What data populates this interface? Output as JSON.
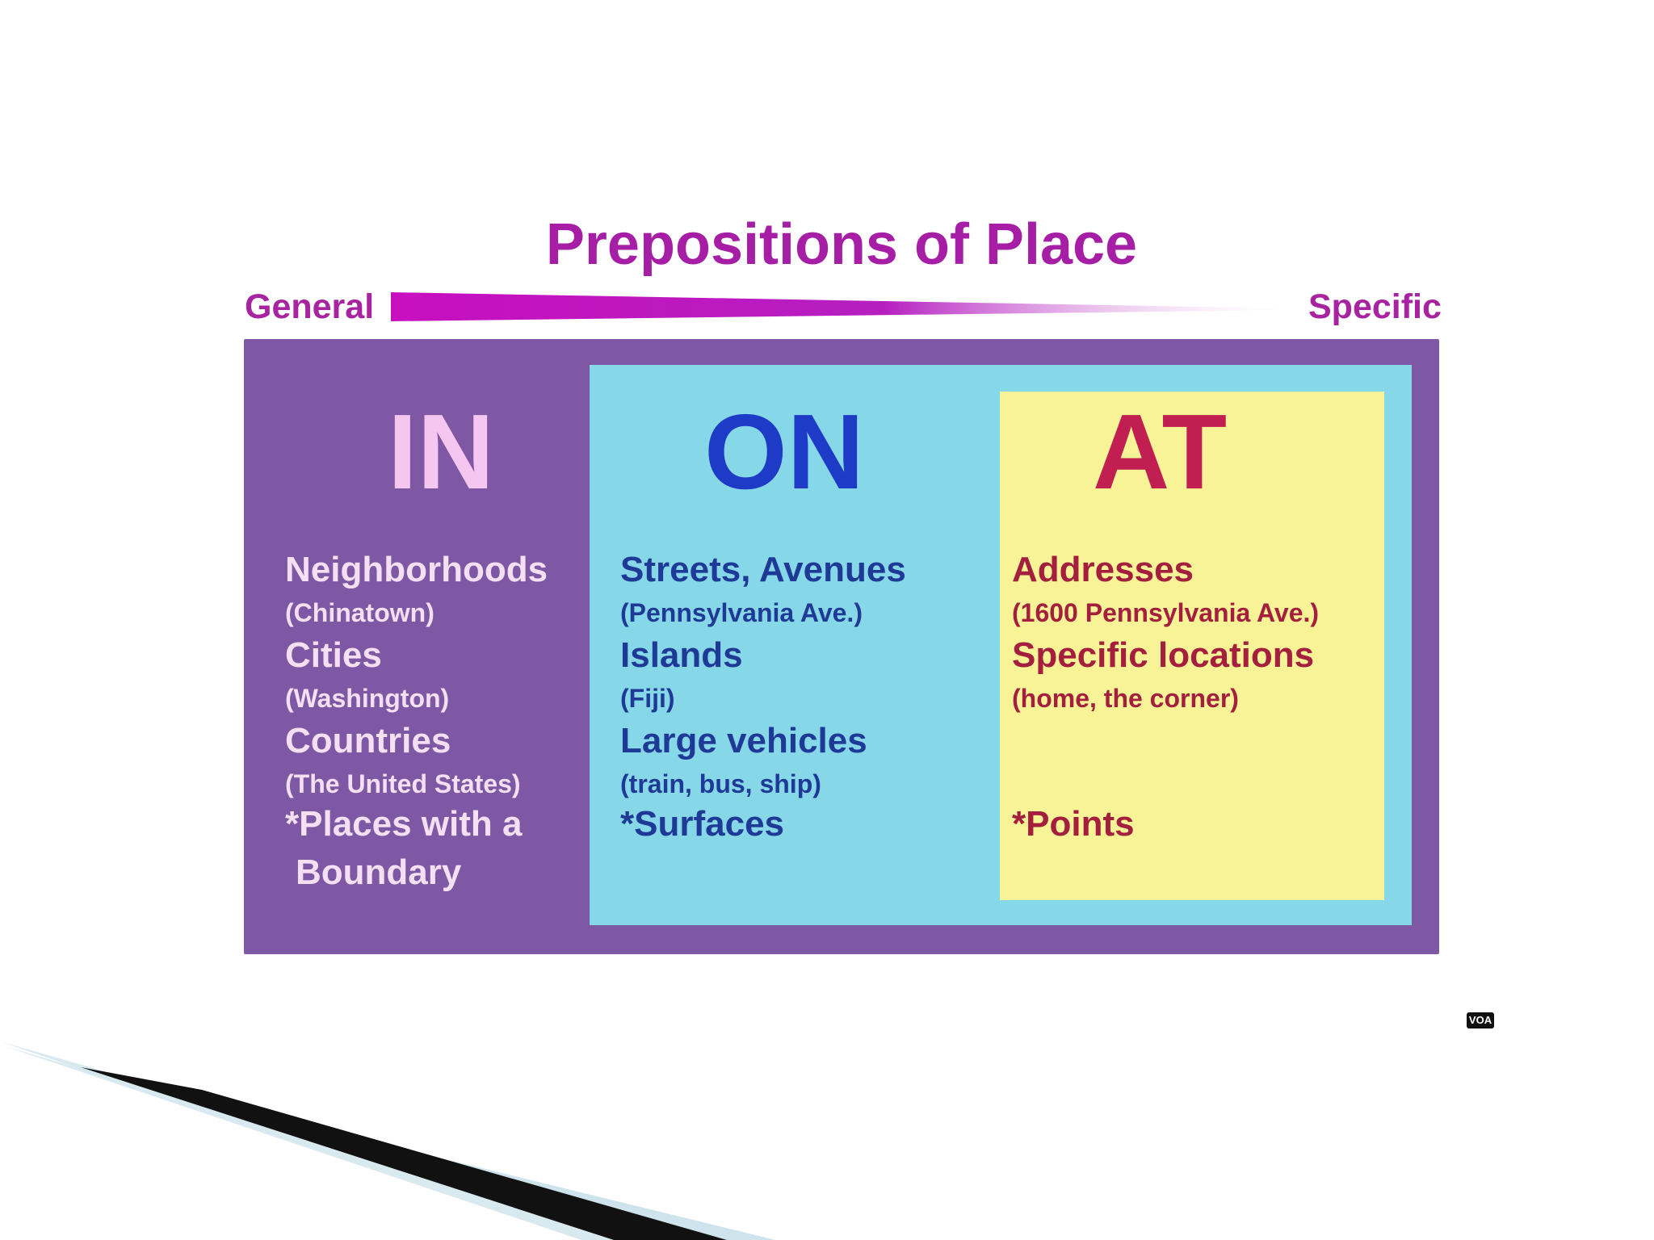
{
  "title": "Prepositions of Place",
  "scale": {
    "left": "General",
    "right": "Specific"
  },
  "columns": {
    "in": {
      "heading": "IN",
      "items": [
        {
          "main": "Neighborhoods",
          "sub": "(Chinatown)"
        },
        {
          "main": "Cities",
          "sub": "(Washington)"
        },
        {
          "main": "Countries",
          "sub": "(The United States)"
        }
      ],
      "note_line1": "*Places with a",
      "note_line2": "Boundary"
    },
    "on": {
      "heading": "ON",
      "items": [
        {
          "main": "Streets, Avenues",
          "sub": "(Pennsylvania Ave.)"
        },
        {
          "main": "Islands",
          "sub": "(Fiji)"
        },
        {
          "main": "Large vehicles",
          "sub": "(train, bus, ship)"
        }
      ],
      "note": "*Surfaces"
    },
    "at": {
      "heading": "AT",
      "items": [
        {
          "main": "Addresses",
          "sub": "(1600 Pennsylvania Ave.)"
        },
        {
          "main": "Specific locations",
          "sub": "(home, the corner)"
        }
      ],
      "note": "*Points"
    }
  },
  "logo_text": "VOA",
  "colors": {
    "title": "#a51ea5",
    "outer_panel": "#7e58a4",
    "middle_panel": "#86d8e8",
    "inner_panel": "#f8f397",
    "in_heading": "#f5c6ef",
    "on_heading": "#1e3bc8",
    "at_heading": "#c11f52"
  }
}
